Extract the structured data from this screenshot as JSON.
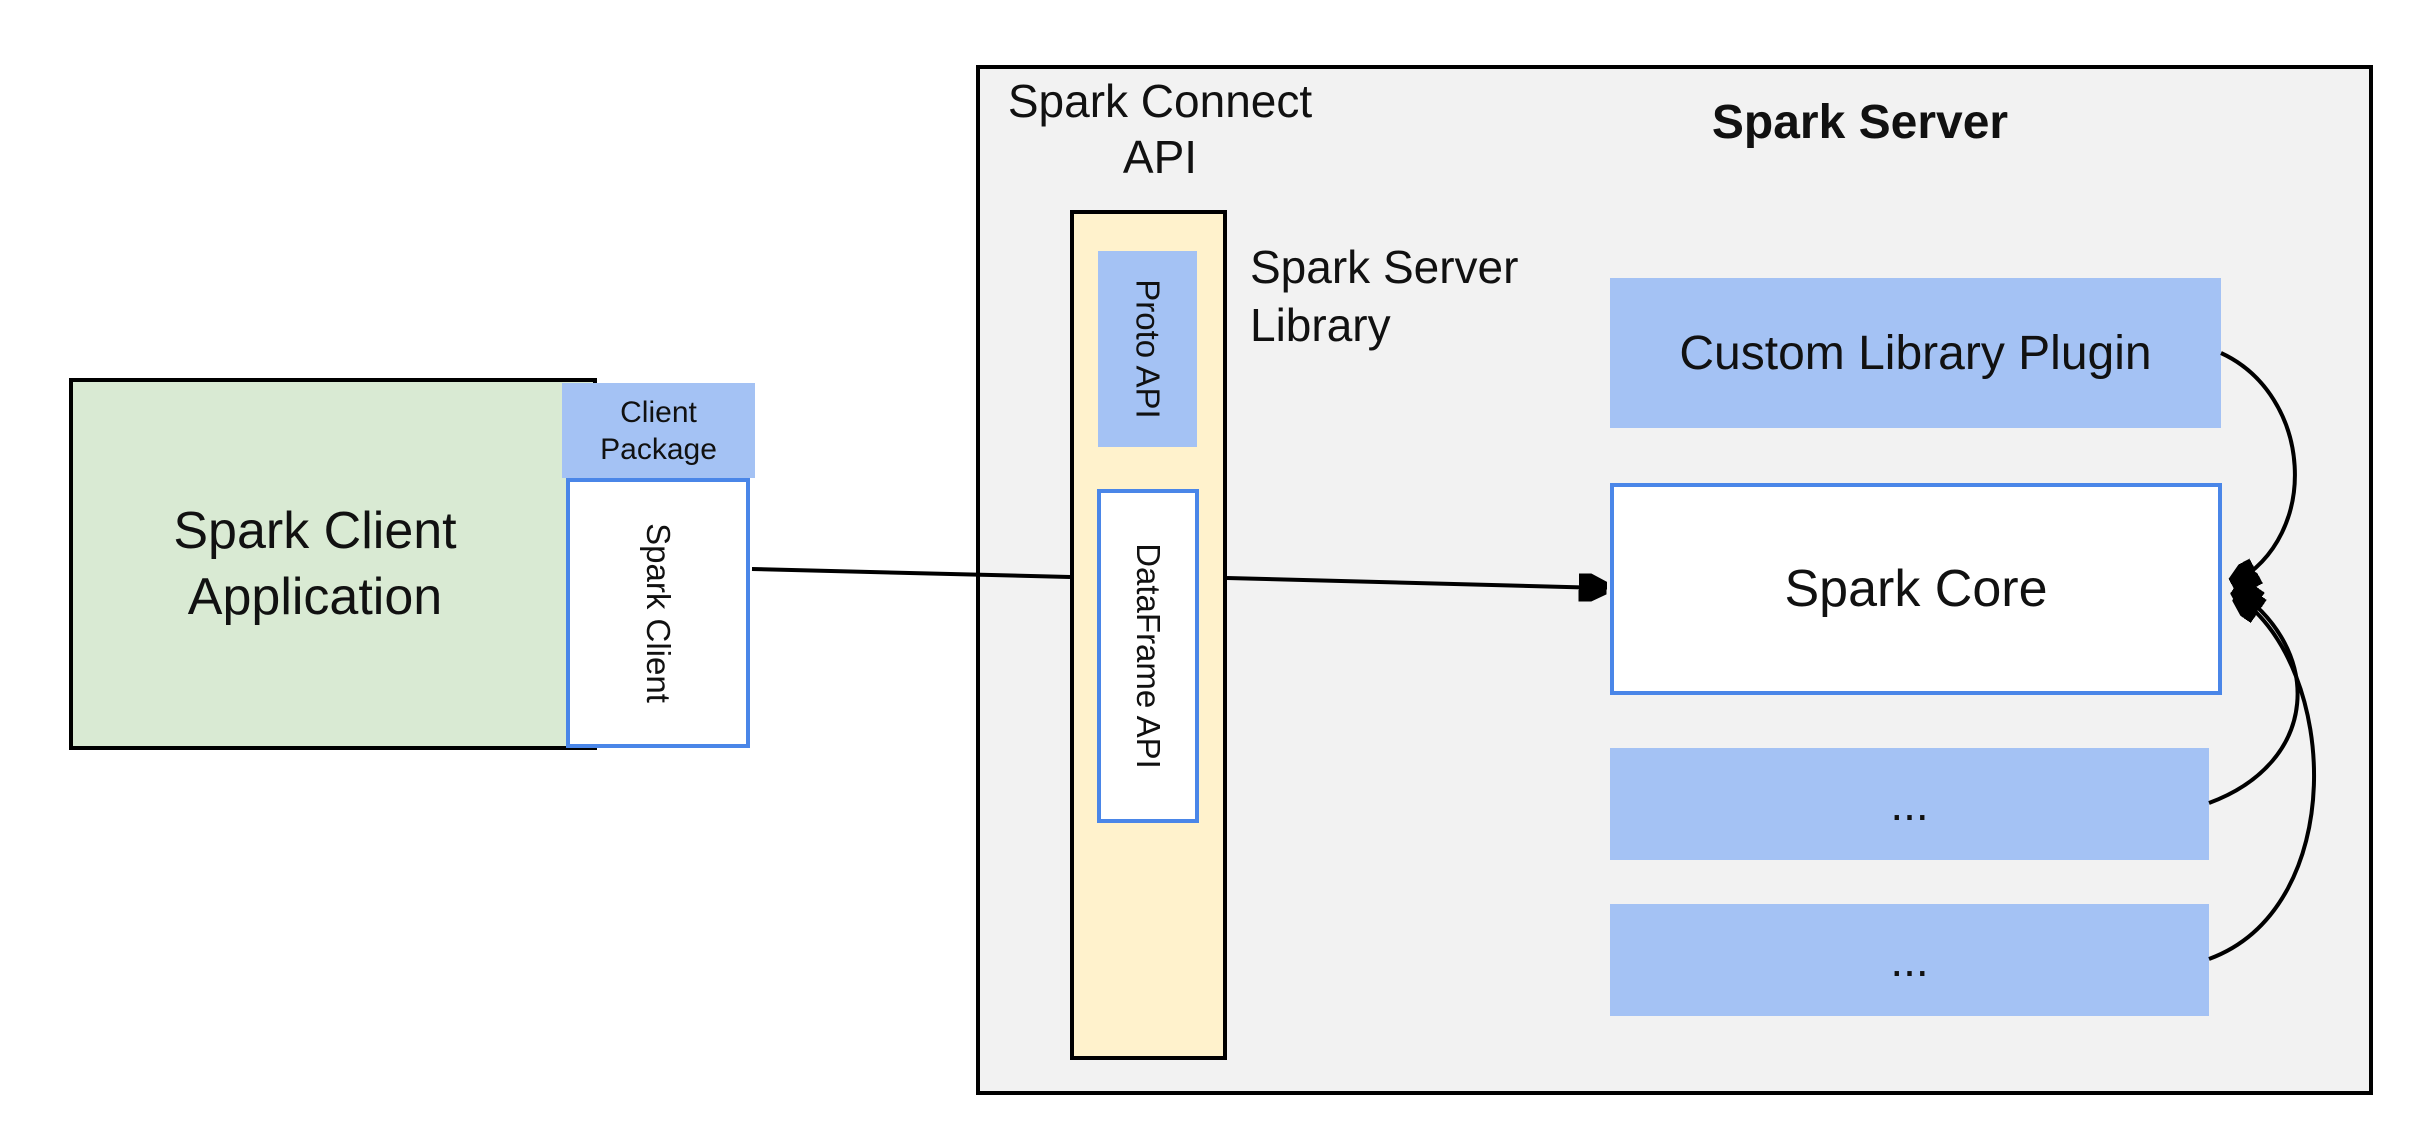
{
  "colors": {
    "client_app_fill": "#d9ead3",
    "package_fill": "#a4c2f4",
    "plugin_fill": "#a4c2f4",
    "library_fill": "#fff2cc",
    "server_fill": "#f2f2f2",
    "box_blue_border": "#4a86e8",
    "outline_black": "#000000"
  },
  "client_app": {
    "label": "Spark Client\nApplication",
    "package_label": "Client\nPackage",
    "client_label": "Spark Client"
  },
  "spark_connect": {
    "api_label": "Spark Connect\nAPI",
    "proto_label": "Proto API",
    "dataframe_label": "DataFrame API",
    "library_label": "Spark Server\nLibrary"
  },
  "spark_server": {
    "title": "Spark Server",
    "plugin_label": "Custom Library Plugin",
    "core_label": "Spark Core",
    "more_label_1": "...",
    "more_label_2": "..."
  }
}
